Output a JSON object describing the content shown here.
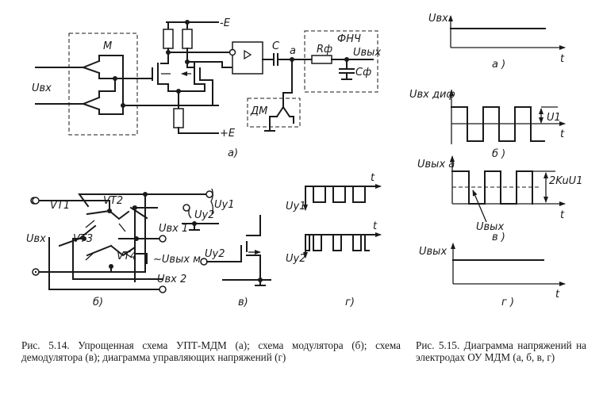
{
  "figure_5_14": {
    "panel_a": {
      "label": "а)",
      "modulator_label": "М",
      "input_label": "Uвх",
      "supply_neg": "-E",
      "supply_pos": "+E",
      "capacitor_label": "C",
      "node_label": "a",
      "filter_label": "ФНЧ",
      "filter_resistor": "Rф",
      "filter_capacitor": "Cф",
      "output_label": "Uвых",
      "demodulator_label": "ДМ"
    },
    "panel_b": {
      "label": "б)",
      "transistors": [
        "VT1",
        "VT2",
        "VT3",
        "VT4"
      ],
      "input_label": "Uвх",
      "control_1": "Uy1",
      "control_2": "Uy2",
      "out_1": "Uвх 1",
      "out_2": "Uвх 2",
      "output_label": "~Uвых м"
    },
    "panel_v": {
      "label": "в)",
      "control_label": "Uy2"
    },
    "panel_g": {
      "label": "г)",
      "signal_1": "Uy1",
      "signal_2": "Uy2",
      "time_axis": "t"
    }
  },
  "figure_5_15": {
    "panel_a": {
      "label": "а )",
      "y_label": "Uвх",
      "x_label": "t"
    },
    "panel_b": {
      "label": "б )",
      "y_label": "Uвх диф",
      "x_label": "t",
      "amplitude_label": "U1"
    },
    "panel_v": {
      "label": "в )",
      "y_label": "Uвых a",
      "x_label": "t",
      "amplitude_label": "2KuU1",
      "mean_label": "Uвых"
    },
    "panel_g": {
      "label": "г )",
      "y_label": "Uвых",
      "x_label": "t"
    }
  },
  "captions": {
    "caption_1": "Рис. 5.14. Упрощенная схема УПТ-МДМ (а); схема модулятора (б); схема демодулятора (в); диаграмма управляющих напряжений (г)",
    "caption_2": "Рис. 5.15. Диаграмма напряжений на электродах ОУ МДМ (а, б, в, г)"
  }
}
